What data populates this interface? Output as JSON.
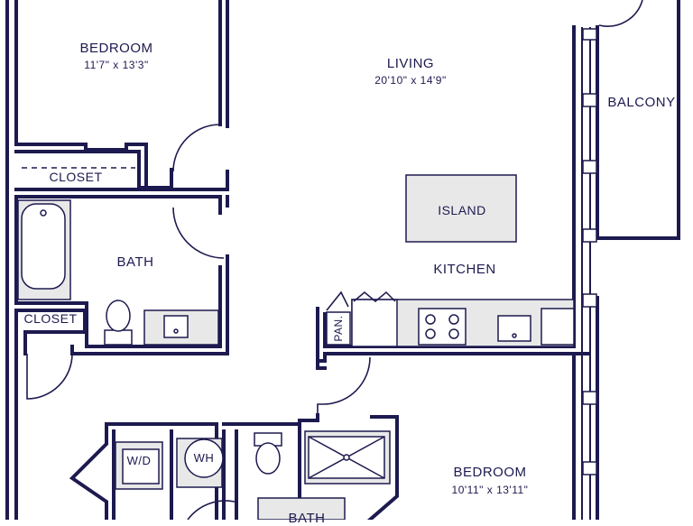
{
  "colors": {
    "wall": "#1d1a4f",
    "fixture_stroke": "#1d1a4f",
    "fixture_fill": "#e8e8e8",
    "background": "#ffffff"
  },
  "rooms": {
    "bedroom_1": {
      "name": "BEDROOM",
      "dims": "11'7\" x 13'3\""
    },
    "living": {
      "name": "LIVING",
      "dims": "20'10\" x 14'9\""
    },
    "balcony": {
      "name": "BALCONY"
    },
    "closet_1": {
      "name": "CLOSET"
    },
    "island": {
      "name": "ISLAND"
    },
    "bath_1": {
      "name": "BATH"
    },
    "kitchen": {
      "name": "KITCHEN"
    },
    "closet_2": {
      "name": "CLOSET"
    },
    "pantry": {
      "name": "PAN."
    },
    "washer_dryer": {
      "name": "W/D"
    },
    "water_heater": {
      "name": "WH"
    },
    "bedroom_2": {
      "name": "BEDROOM",
      "dims": "10'11\" x 13'11\""
    },
    "bath_2": {
      "name": "BATH"
    }
  },
  "icons": [
    "door-swing-icon",
    "bathtub-icon",
    "toilet-icon",
    "sink-icon",
    "stove-icon",
    "shower-icon",
    "window-icon"
  ]
}
